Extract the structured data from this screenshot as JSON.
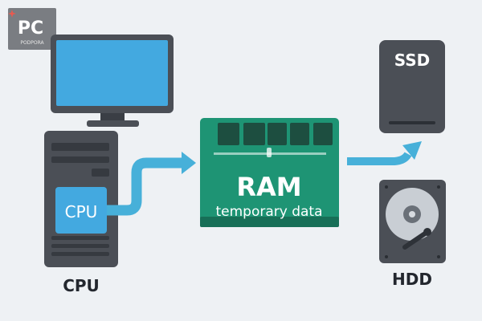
{
  "logo": {
    "initials": "PC",
    "subtext": "PODPORA"
  },
  "labels": {
    "cpu_chip": "CPU",
    "cpu_caption": "CPU",
    "ram_title": "RAM",
    "ram_subtitle": "temporary data",
    "ssd": "SSD",
    "hdd": "HDD"
  },
  "colors": {
    "background": "#eef1f4",
    "arrow": "#47b0d9",
    "ram_board": "#1e9474",
    "ram_board_dark": "#176f57",
    "ram_chip": "#1d4e40",
    "monitor_screen": "#43a9e0",
    "device_dark": "#4b4f56",
    "device_darker": "#3a3e45",
    "cpu_chip": "#43a9e0",
    "logo_bg": "#7a7d82",
    "logo_accent": "#e85a4f",
    "text_dark": "#23272e",
    "text_light": "#ffffff"
  }
}
